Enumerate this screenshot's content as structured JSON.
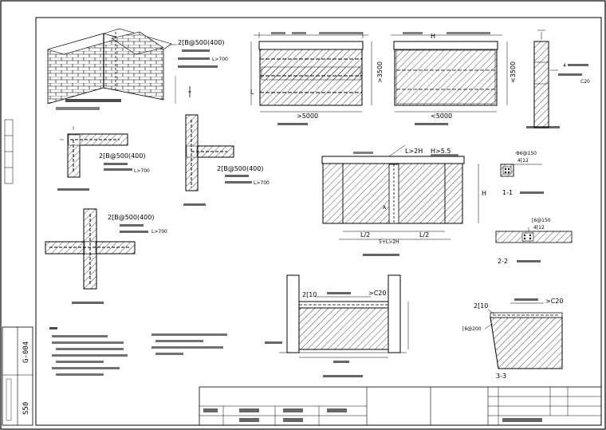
{
  "sheet": {
    "drawing_number": "G-004",
    "sheet_code": "S50"
  },
  "details": {
    "corner": {
      "rebar": "2[B@500(400)",
      "length": "L>700"
    },
    "tee": {
      "rebar": "2[B@500(400)",
      "length": "L>700"
    },
    "cross": {
      "rebar": "2[B@500(400)",
      "length": "L>700"
    }
  },
  "wall_a": {
    "height": ">3500",
    "width": ">5000",
    "side_mark": "L"
  },
  "wall_b": {
    "top_mark": "H",
    "height": "<3500",
    "width": "<5000"
  },
  "end_detail": {
    "bars": "4",
    "concrete": "C20"
  },
  "opening_wall": {
    "top_note": "L>2H",
    "top_note_2": "H>5.5",
    "left_half": "L/2",
    "right_half": "L/2",
    "bottom_note": "5+L>2H",
    "side_mark": "H"
  },
  "section_1": {
    "label": "1-1",
    "stirrup": "Φ6@150",
    "bars": "4[12"
  },
  "section_2": {
    "label": "2-2",
    "stirrup": "[6@150",
    "bars": "4[12"
  },
  "lintel": {
    "bars": "2[10",
    "concrete": ">C20"
  },
  "section_3": {
    "bars": "2[10",
    "stirrup": "[6@200",
    "concrete": ">C20",
    "label": "3-3"
  }
}
